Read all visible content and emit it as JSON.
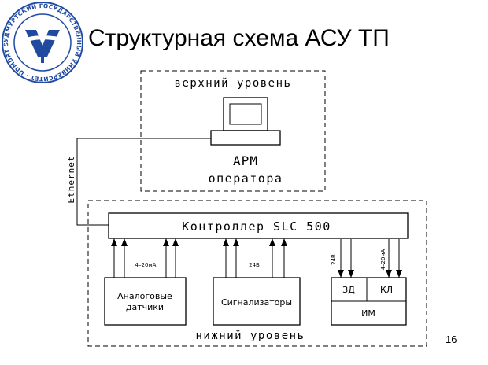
{
  "slide": {
    "title": "Структурная схема АСУ ТП",
    "number": "16"
  },
  "logo": {
    "outer_text": "УДМУРТСКИЙ ГОСУДАРСТВЕННЫЙ УНИВЕРСИТЕТ · UDMURT STATE UNIVERSITY ·",
    "color": "#1f4aa0"
  },
  "diagram": {
    "upper_level": "верхний уровень",
    "lower_level": "нижний уровень",
    "arm_line1": "АРМ",
    "arm_line2": "оператора",
    "ethernet": "Ethernet",
    "controller": "Контроллер SLC 500",
    "analog_line1": "Аналоговые",
    "analog_line2": "датчики",
    "signalizers": "Сигнализаторы",
    "label_4_20ma": "4–20мА",
    "label_24v_mid": "24В",
    "label_24v_right": "24В",
    "label_4_20ma_right": "4–20мА",
    "zd": "ЗД",
    "kl": "КЛ",
    "im": "ИМ"
  }
}
